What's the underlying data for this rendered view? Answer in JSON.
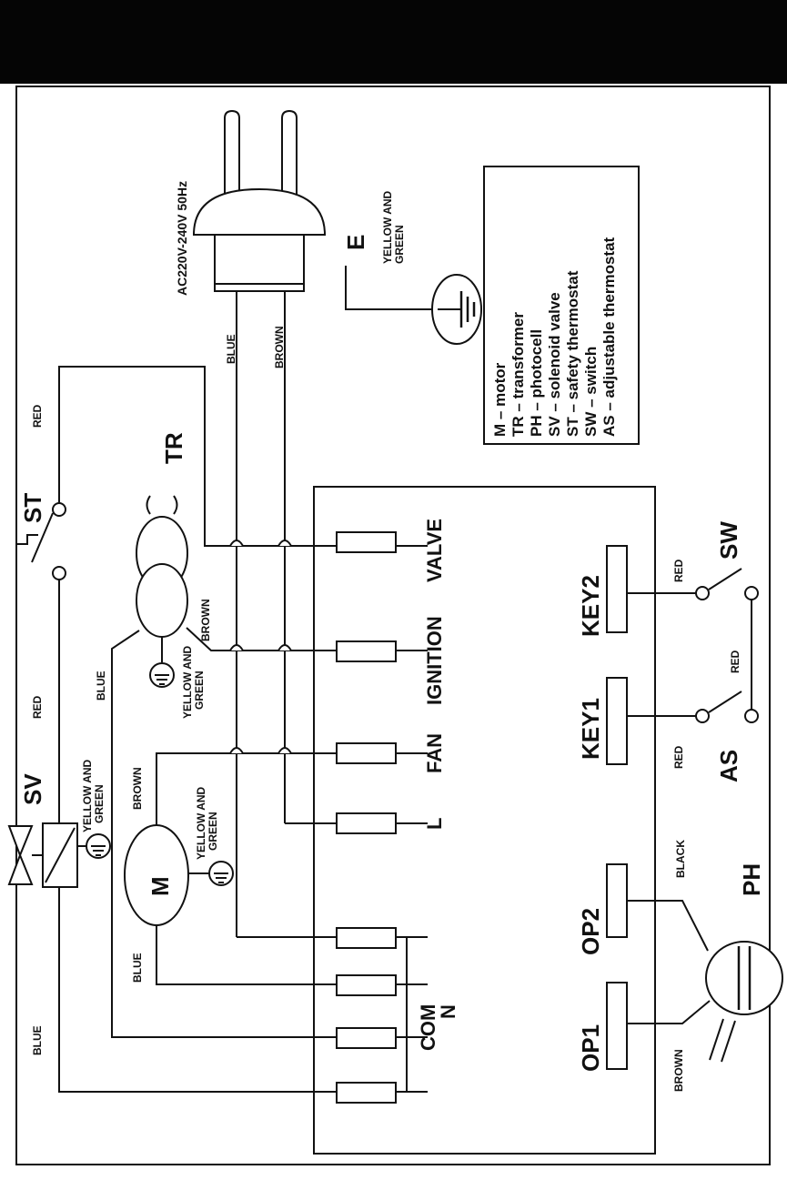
{
  "power": {
    "label": "AC220V-240V 50Hz"
  },
  "earth": {
    "letter": "E",
    "label_1": "YELLOW AND",
    "label_2": "GREEN"
  },
  "legend": {
    "items": [
      {
        "key": "M",
        "text": "motor"
      },
      {
        "key": "TR",
        "text": "transformer"
      },
      {
        "key": "PH",
        "text": "photocell"
      },
      {
        "key": "SV",
        "text": "solenoid valve"
      },
      {
        "key": "ST",
        "text": "safety thermostat"
      },
      {
        "key": "SW",
        "text": "switch"
      },
      {
        "key": "AS",
        "text": "adjustable thermostat"
      }
    ]
  },
  "wires": {
    "blue": "BLUE",
    "brown": "BROWN",
    "red": "RED",
    "black": "BLACK",
    "yellow_green_1": "YELLOW AND",
    "yellow_green_2": "GREEN"
  },
  "components": {
    "tr": "TR",
    "st": "ST",
    "sv": "SV",
    "m": "M",
    "ph": "PH",
    "sw": "SW",
    "as": "AS"
  },
  "terminals": {
    "valve": "VALVE",
    "ignition": "IGNITION",
    "fan": "FAN",
    "l": "L",
    "com": "COM",
    "n": "N",
    "key2": "KEY2",
    "key1": "KEY1",
    "op2": "OP2",
    "op1": "OP1"
  },
  "colors": {
    "header": "#050505",
    "ink": "#111111"
  }
}
